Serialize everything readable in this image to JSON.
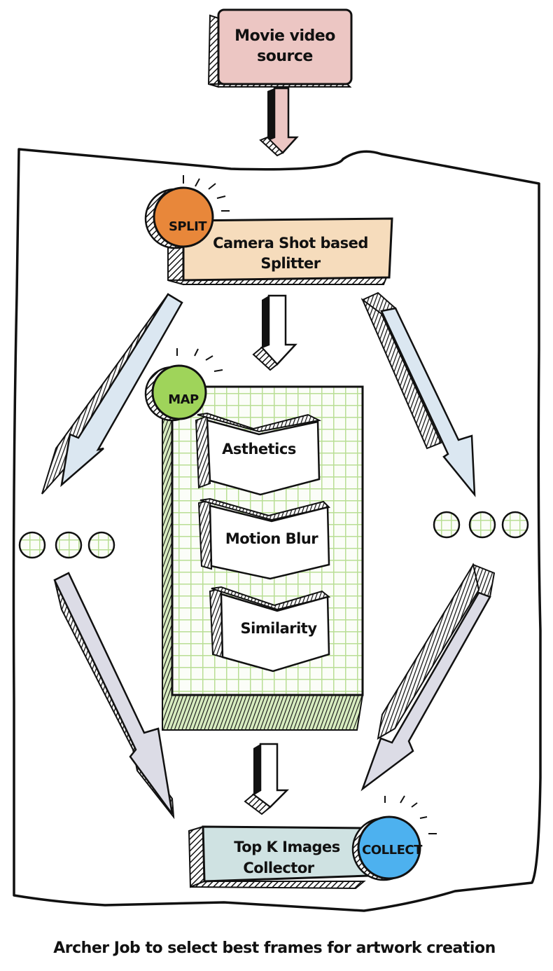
{
  "diagram": {
    "title": "Archer Job to select best frames for artwork creation",
    "colors": {
      "source_fill": "#ecc6c3",
      "splitter_fill": "#f6dcbc",
      "split_badge": "#e8873a",
      "map_badge": "#9fd45a",
      "map_grid": "#c6e3a6",
      "collect_badge": "#4db1ef",
      "collector_fill": "#cfe2e2",
      "side_arrow_blue": "#dbe7f1",
      "side_arrow_grey": "#dcdce6",
      "outline": "#111111"
    },
    "nodes": {
      "source": {
        "line1": "Movie video",
        "line2": "source"
      },
      "splitter": {
        "line1": "Camera Shot based",
        "line2": "Splitter",
        "badge": "SPLIT"
      },
      "map": {
        "badge": "MAP",
        "stages": [
          {
            "label": "Asthetics"
          },
          {
            "label": "Motion Blur"
          },
          {
            "label": "Similarity"
          }
        ]
      },
      "collector": {
        "line1": "Top K Images",
        "line2": "Collector",
        "badge": "COLLECT"
      }
    },
    "ellipsis_groups": {
      "left": "parallel map tasks (more)",
      "right": "parallel map tasks (more)"
    },
    "edges": [
      {
        "from": "source",
        "to": "splitter"
      },
      {
        "from": "splitter",
        "to": "map"
      },
      {
        "from": "splitter",
        "to": "left-parallel"
      },
      {
        "from": "splitter",
        "to": "right-parallel"
      },
      {
        "from": "left-parallel",
        "to": "collector"
      },
      {
        "from": "right-parallel",
        "to": "collector"
      },
      {
        "from": "map",
        "to": "collector"
      }
    ]
  }
}
